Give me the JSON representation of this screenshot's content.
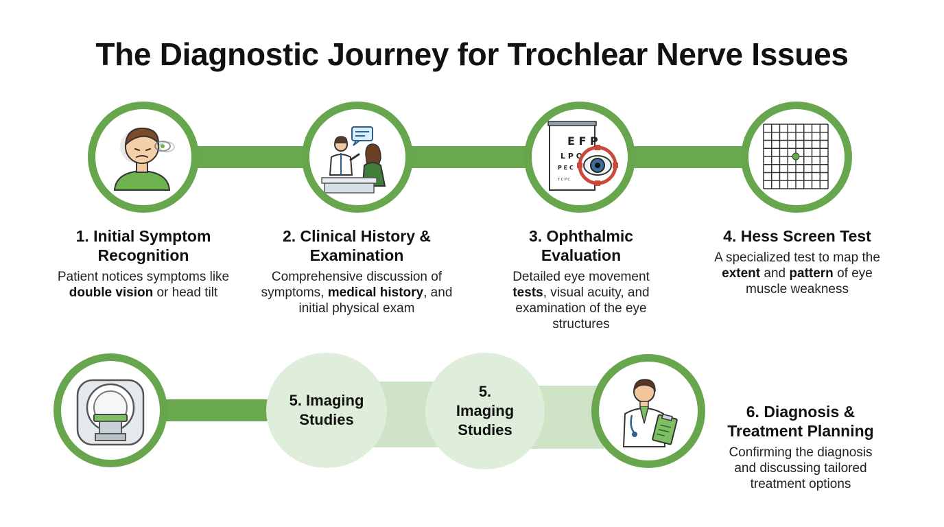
{
  "title": "The Diagnostic Journey for Trochlear Nerve Issues",
  "colors": {
    "accent": "#67a64d",
    "connector": "#6aa84f",
    "pale_circle": "#dfeeda",
    "pale_connector": "#cfe3c6"
  },
  "steps": [
    {
      "title": "1. Initial Symptom Recognition",
      "icon": "patient-double-vision-icon",
      "desc": [
        {
          "t": "Patient notices symptoms like "
        },
        {
          "t": "double vision",
          "b": true
        },
        {
          "t": " or head tilt"
        }
      ]
    },
    {
      "title": "2. Clinical History & Examination",
      "icon": "doctor-consultation-icon",
      "desc": [
        {
          "t": "Comprehensive discussion of symptoms, "
        },
        {
          "t": "medical history",
          "b": true
        },
        {
          "t": ", and initial physical exam"
        }
      ]
    },
    {
      "title": "3. Ophthalmic Evaluation",
      "icon": "eye-chart-icon",
      "desc": [
        {
          "t": "Detailed eye movement "
        },
        {
          "t": "tests",
          "b": true
        },
        {
          "t": ", visual acuity, and examination of the eye structures"
        }
      ]
    },
    {
      "title": "4. Hess Screen Test",
      "icon": "hess-grid-icon",
      "desc": [
        {
          "t": "A specialized test to map the "
        },
        {
          "t": "extent",
          "b": true
        },
        {
          "t": " and "
        },
        {
          "t": "pattern",
          "b": true
        },
        {
          "t": " of eye muscle weakness"
        }
      ]
    }
  ],
  "imaging_label_a": "5. Imaging Studies",
  "imaging_label_b": "5. Imaging Studies",
  "imaging_icon": "mri-scanner-icon",
  "final_step": {
    "title": "6. Diagnosis & Treatment Planning",
    "icon": "doctor-clipboard-icon",
    "desc": [
      {
        "t": "Confirming the diagnosis and discussing tailored treatment options"
      }
    ]
  }
}
